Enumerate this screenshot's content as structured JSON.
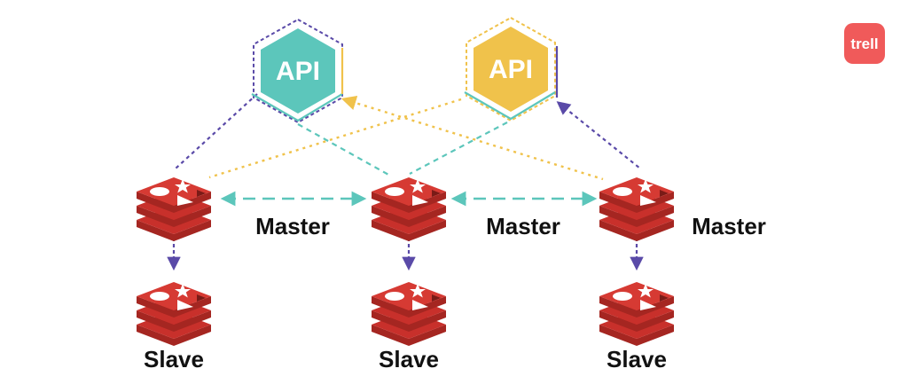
{
  "brand": {
    "logo_text": "trell",
    "color": "#f05a5a"
  },
  "apis": [
    {
      "label": "API",
      "color": "#5cc6bb"
    },
    {
      "label": "API",
      "color": "#f0c24b"
    }
  ],
  "masters": [
    {
      "label": "Master"
    },
    {
      "label": "Master"
    },
    {
      "label": "Master"
    }
  ],
  "slaves": [
    {
      "label": "Slave"
    },
    {
      "label": "Slave"
    },
    {
      "label": "Slave"
    }
  ],
  "colors": {
    "redis_red": "#c8302b",
    "redis_dark": "#a52621",
    "teal_line": "#5cc6bb",
    "yellow_line": "#f0c24b",
    "purple_line": "#5a4aa8"
  }
}
